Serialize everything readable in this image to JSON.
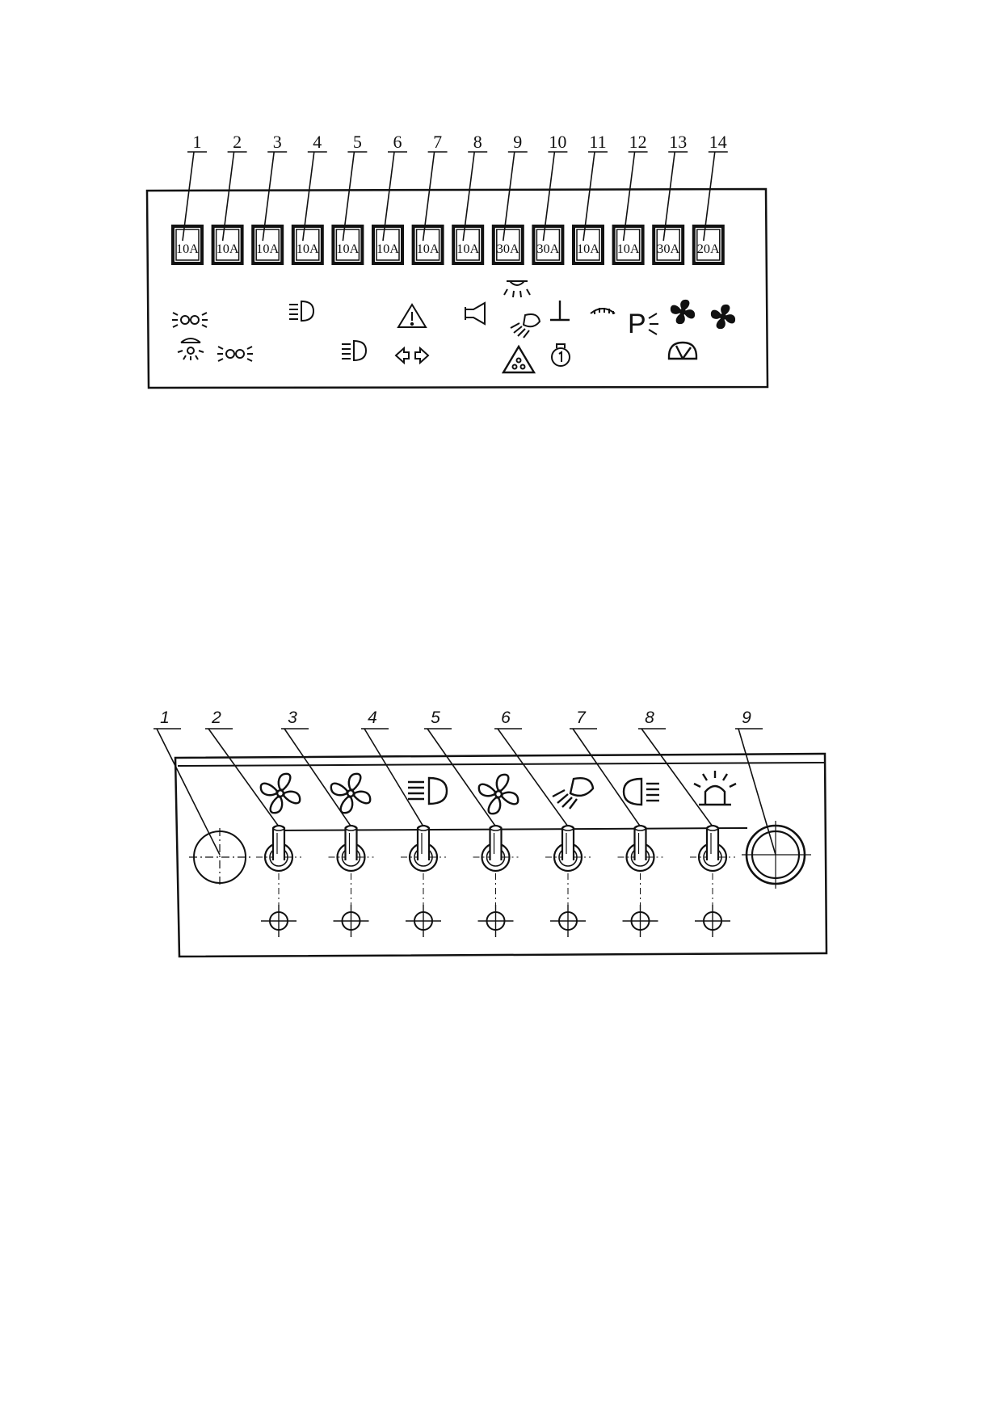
{
  "fuse_box": {
    "fuses": [
      {
        "number": "1",
        "rating": "10A",
        "symbols": [
          "parking-lights-icon",
          "dome-light-icon"
        ]
      },
      {
        "number": "2",
        "rating": "10A",
        "symbols": [
          "side-lights-icon"
        ]
      },
      {
        "number": "3",
        "rating": "10A",
        "symbols": []
      },
      {
        "number": "4",
        "rating": "10A",
        "symbols": [
          "high-beam-icon"
        ]
      },
      {
        "number": "5",
        "rating": "10A",
        "symbols": [
          "low-beam-icon"
        ]
      },
      {
        "number": "6",
        "rating": "10A",
        "symbols": []
      },
      {
        "number": "7",
        "rating": "10A",
        "symbols": [
          "hazard-warning-icon",
          "turn-signal-icon"
        ]
      },
      {
        "number": "8",
        "rating": "10A",
        "symbols": [
          "horn-icon"
        ]
      },
      {
        "number": "9",
        "rating": "30A",
        "symbols": [
          "beacon-light-icon",
          "work-lamp-icon",
          "warning-triangle-icon"
        ]
      },
      {
        "number": "10",
        "rating": "30A",
        "symbols": [
          "ground-symbol-icon",
          "engine-oil-icon"
        ]
      },
      {
        "number": "11",
        "rating": "10A",
        "symbols": [
          "gauge-icon"
        ]
      },
      {
        "number": "12",
        "rating": "10A",
        "symbols": [
          "parking-brake-icon"
        ]
      },
      {
        "number": "13",
        "rating": "30A",
        "symbols": [
          "fan-icon",
          "wiper-icon"
        ]
      },
      {
        "number": "14",
        "rating": "20A",
        "symbols": [
          "fan-icon"
        ]
      }
    ]
  },
  "switch_panel": {
    "callouts": [
      "1",
      "2",
      "3",
      "4",
      "5",
      "6",
      "7",
      "8",
      "9"
    ],
    "switches": [
      {
        "number": "2",
        "symbol": "fan-icon"
      },
      {
        "number": "3",
        "symbol": "fan-icon"
      },
      {
        "number": "4",
        "symbol": "headlight-icon"
      },
      {
        "number": "5",
        "symbol": "fan-icon"
      },
      {
        "number": "6",
        "symbol": "work-lamp-icon"
      },
      {
        "number": "7",
        "symbol": "rear-fog-light-icon"
      },
      {
        "number": "8",
        "symbol": "beacon-light-icon"
      }
    ]
  }
}
